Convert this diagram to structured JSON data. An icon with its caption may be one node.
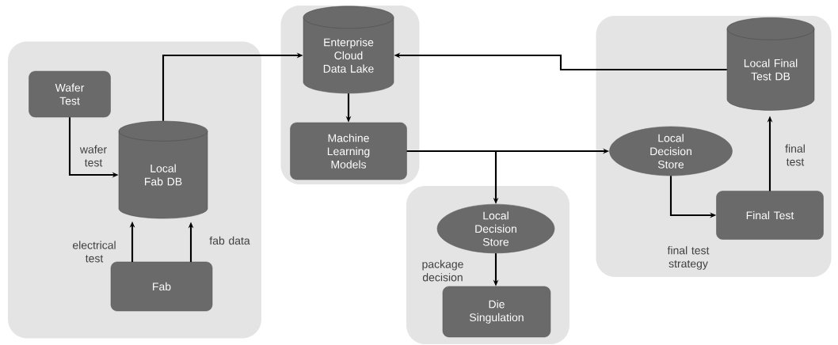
{
  "diagram": {
    "nodes": [
      {
        "text": [],
        "shape": "box"
      },
      {
        "text": [
          "Wafer Test"
        ],
        "in": 0
      },
      {
        "text": [
          "Local Fab DB"
        ],
        "in": 0
      },
      {
        "text": [
          "Fab"
        ],
        "in": 0
      },
      {
        "text": [],
        "shape": "box"
      },
      {
        "text": [
          "Enterprise Cloud Data Lake"
        ],
        "in": 4
      },
      {
        "text": [
          "Machine Learning Models"
        ],
        "in": 4
      },
      {
        "text": [],
        "shape": "box"
      },
      {
        "text": [
          "Local Decision Store"
        ],
        "in": 7
      },
      {
        "text": [
          "Die Singulation"
        ],
        "in": 7
      },
      {
        "text": [],
        "shape": "box"
      },
      {
        "text": [
          "Local Final Test DB"
        ],
        "in": 10
      },
      {
        "text": [
          "Local Decision Store"
        ],
        "in": 10
      },
      {
        "text": [
          "Final Test"
        ],
        "in": 10
      }
    ],
    "edges": [
      {
        "from": 1,
        "to": 2,
        "arrow": "to",
        "label": "wafer test"
      },
      {
        "from": 3,
        "to": 2,
        "arrow": "to",
        "label": "electrical test"
      },
      {
        "from": 3,
        "to": 2,
        "arrow": "to",
        "label": "fab data"
      },
      {
        "from": 2,
        "to": 5,
        "arrow": "to"
      },
      {
        "from": 11,
        "to": 5,
        "arrow": "to"
      },
      {
        "from": 5,
        "to": 6,
        "arrow": "to"
      },
      {
        "from": 6,
        "to": 12,
        "arrow": "to"
      },
      {
        "from": 6,
        "to": 8,
        "arrow": "to"
      },
      {
        "from": 8,
        "to": 9,
        "arrow": "to",
        "label": "package decision"
      },
      {
        "from": 12,
        "to": 13,
        "arrow": "to",
        "label": "final test strategy"
      },
      {
        "from": 13,
        "to": 11,
        "arrow": "to",
        "label": "final test"
      }
    ]
  }
}
